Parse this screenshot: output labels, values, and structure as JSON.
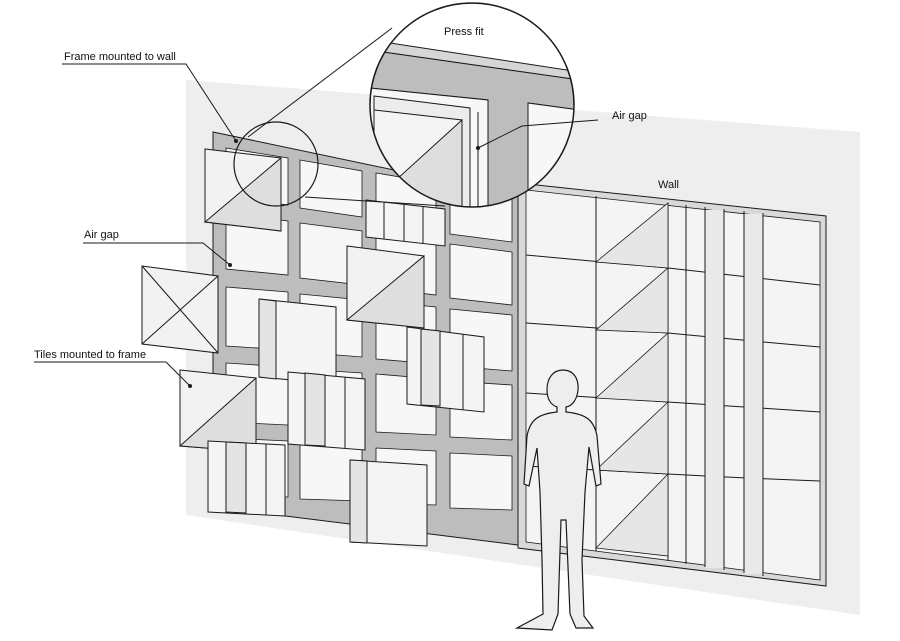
{
  "labels": {
    "frame_mounted": "Frame mounted to wall",
    "press_fit": "Press fit",
    "air_gap_detail": "Air gap",
    "wall": "Wall",
    "air_gap_frame": "Air gap",
    "tiles_mounted": "Tiles mounted to frame"
  },
  "colors": {
    "frame": "#bdbdbd",
    "panel": "#f2f2f2",
    "panel_shade": "#e1e1e1",
    "wall_backdrop": "#eeeeee",
    "line": "#1a1a1a"
  },
  "icons": {
    "person": "person-silhouette-icon",
    "magnifier": "detail-magnifier-circle"
  }
}
